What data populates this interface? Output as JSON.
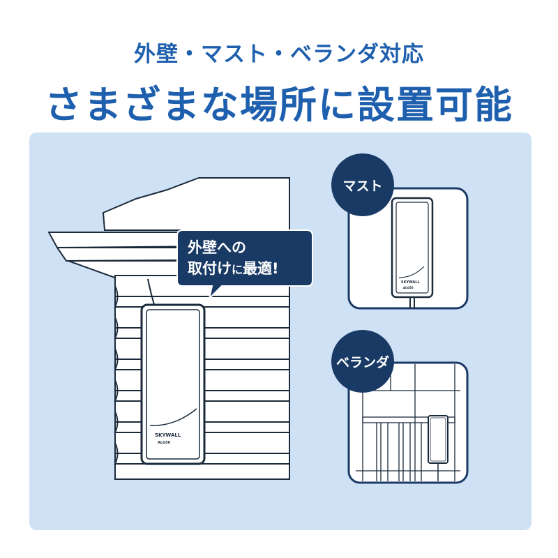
{
  "header": {
    "subtitle": "外壁・マスト・ベランダ対応",
    "title": "さまざまな場所に設置可能"
  },
  "callout": {
    "line1": "外壁への",
    "line2_part1": "取付け",
    "line2_part2": "に",
    "line2_part3": "最適!"
  },
  "badges": {
    "mast": "マスト",
    "balcony": "ベランダ"
  },
  "device": {
    "brand": "SKYWALL",
    "model": "ALG50"
  },
  "colors": {
    "accent": "#1e5fae",
    "navy": "#1a3a66",
    "scene_bg": "#cfe1f5"
  }
}
